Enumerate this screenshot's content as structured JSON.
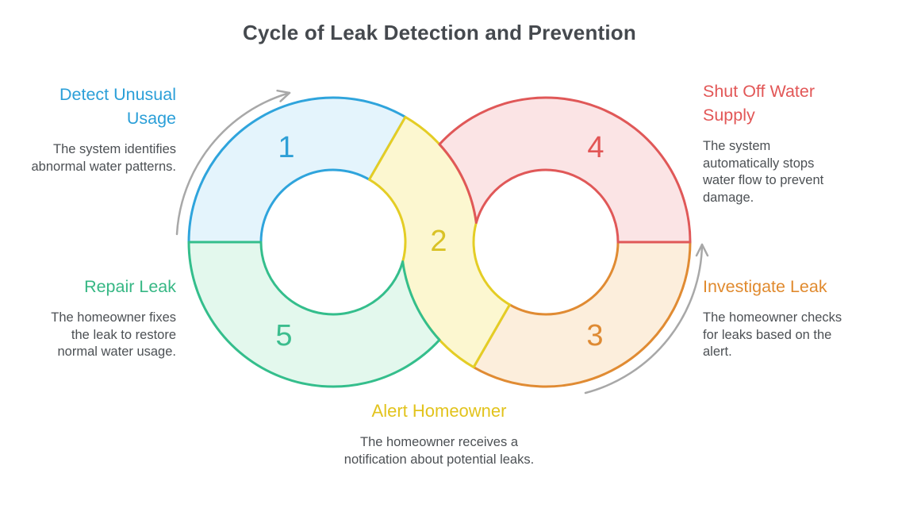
{
  "title": "Cycle of Leak Detection and Prevention",
  "title_color": "#45494e",
  "arrow_color": "#a8a8a8",
  "steps": [
    {
      "number": "1",
      "label": "Detect Unusual Usage",
      "description": "The system identifies abnormal water patterns.",
      "accent_color": "#2b9fd8",
      "stroke_color": "#2fa4dc",
      "fill": "#e4f4fc",
      "number_color": "#2e9fd6"
    },
    {
      "number": "2",
      "label": "Alert Homeowner",
      "description": "The homeowner receives a notification about potential leaks.",
      "accent_color": "#e2c31c",
      "stroke_color": "#e4cd25",
      "fill": "#fcf7d0",
      "number_color": "#d9c226"
    },
    {
      "number": "3",
      "label": "Investigate Leak",
      "description": "The homeowner checks for leaks based on the alert.",
      "accent_color": "#e08a2e",
      "stroke_color": "#e08b33",
      "fill": "#fceedc",
      "number_color": "#de8a33"
    },
    {
      "number": "4",
      "label": "Shut Off Water Supply",
      "description": "The system automatically stops water flow to prevent damage.",
      "accent_color": "#e25757",
      "stroke_color": "#e05858",
      "fill": "#fbe4e5",
      "number_color": "#e25555"
    },
    {
      "number": "5",
      "label": "Repair Leak",
      "description": "The homeowner fixes the leak to restore normal water usage.",
      "accent_color": "#36b784",
      "stroke_color": "#34be8c",
      "fill": "#e3f8ed",
      "number_color": "#3cbd8e"
    }
  ]
}
